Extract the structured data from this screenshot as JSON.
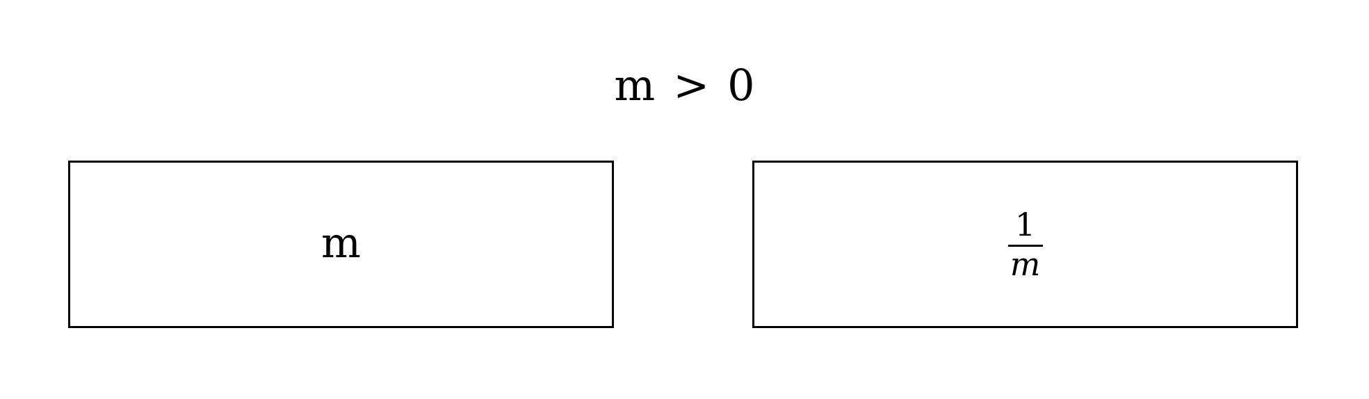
{
  "condition": {
    "lhs": "m",
    "operator": ">",
    "rhs": "0"
  },
  "boxes": [
    {
      "expression": "m"
    },
    {
      "fraction": {
        "numerator": "1",
        "denominator": "m"
      }
    }
  ]
}
